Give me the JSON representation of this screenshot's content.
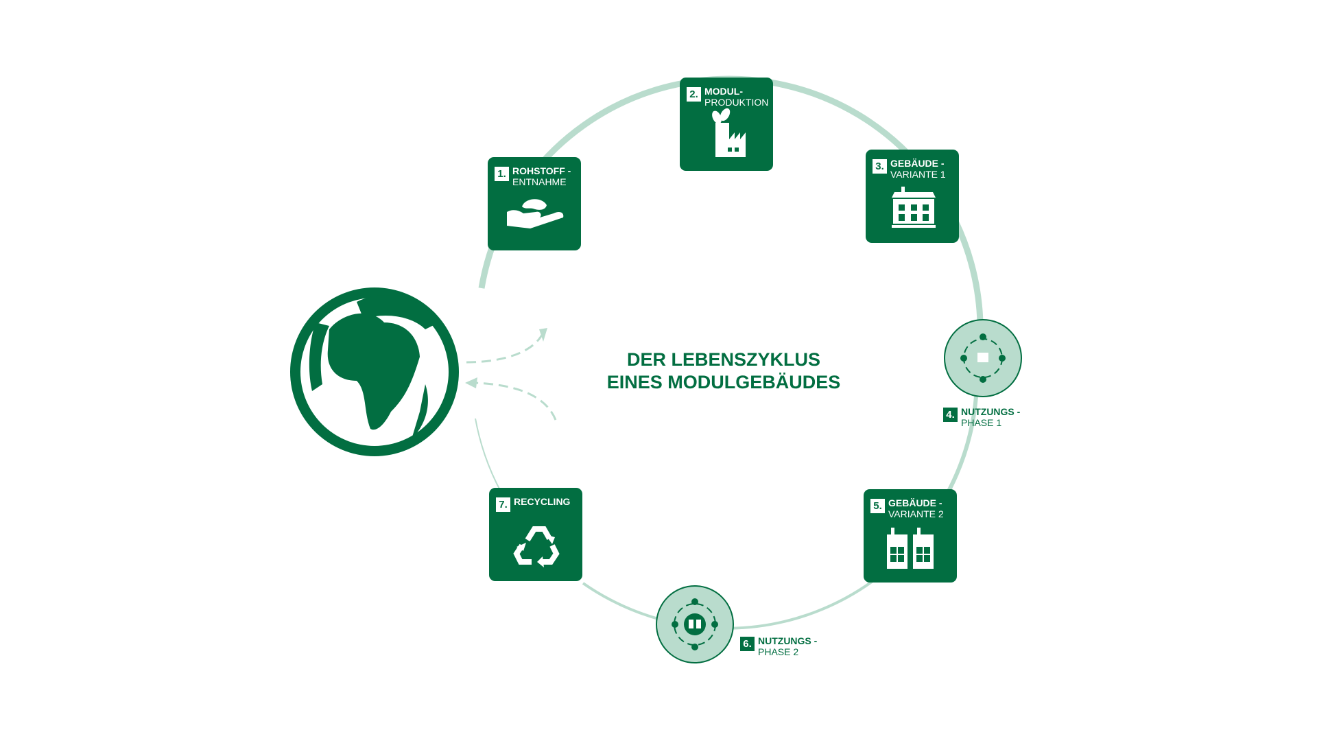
{
  "title": {
    "line1": "DER LEBENSZYKLUS",
    "line2": "EINES MODULGEBÄUDES"
  },
  "colors": {
    "primary": "#026e41",
    "ring": "#b9dccd"
  },
  "steps": [
    {
      "num": "1.",
      "line1": "ROHSTOFF -",
      "line2": "ENTNAHME",
      "icon": "hand-with-material-icon"
    },
    {
      "num": "2.",
      "line1": "MODUL-",
      "line2": "PRODUKTION",
      "icon": "factory-with-leaves-icon"
    },
    {
      "num": "3.",
      "line1": "GEBÄUDE -",
      "line2": "VARIANTE 1",
      "icon": "building-icon"
    },
    {
      "num": "4.",
      "line1": "NUTZUNGS -",
      "line2": "PHASE 1",
      "icon": "people-around-building-icon"
    },
    {
      "num": "5.",
      "line1": "GEBÄUDE -",
      "line2": "VARIANTE 2",
      "icon": "two-buildings-icon"
    },
    {
      "num": "6.",
      "line1": "NUTZUNGS -",
      "line2": "PHASE 2",
      "icon": "people-around-buildings-icon"
    },
    {
      "num": "7.",
      "line1": "RECYCLING",
      "line2": "",
      "icon": "recycle-icon"
    }
  ]
}
